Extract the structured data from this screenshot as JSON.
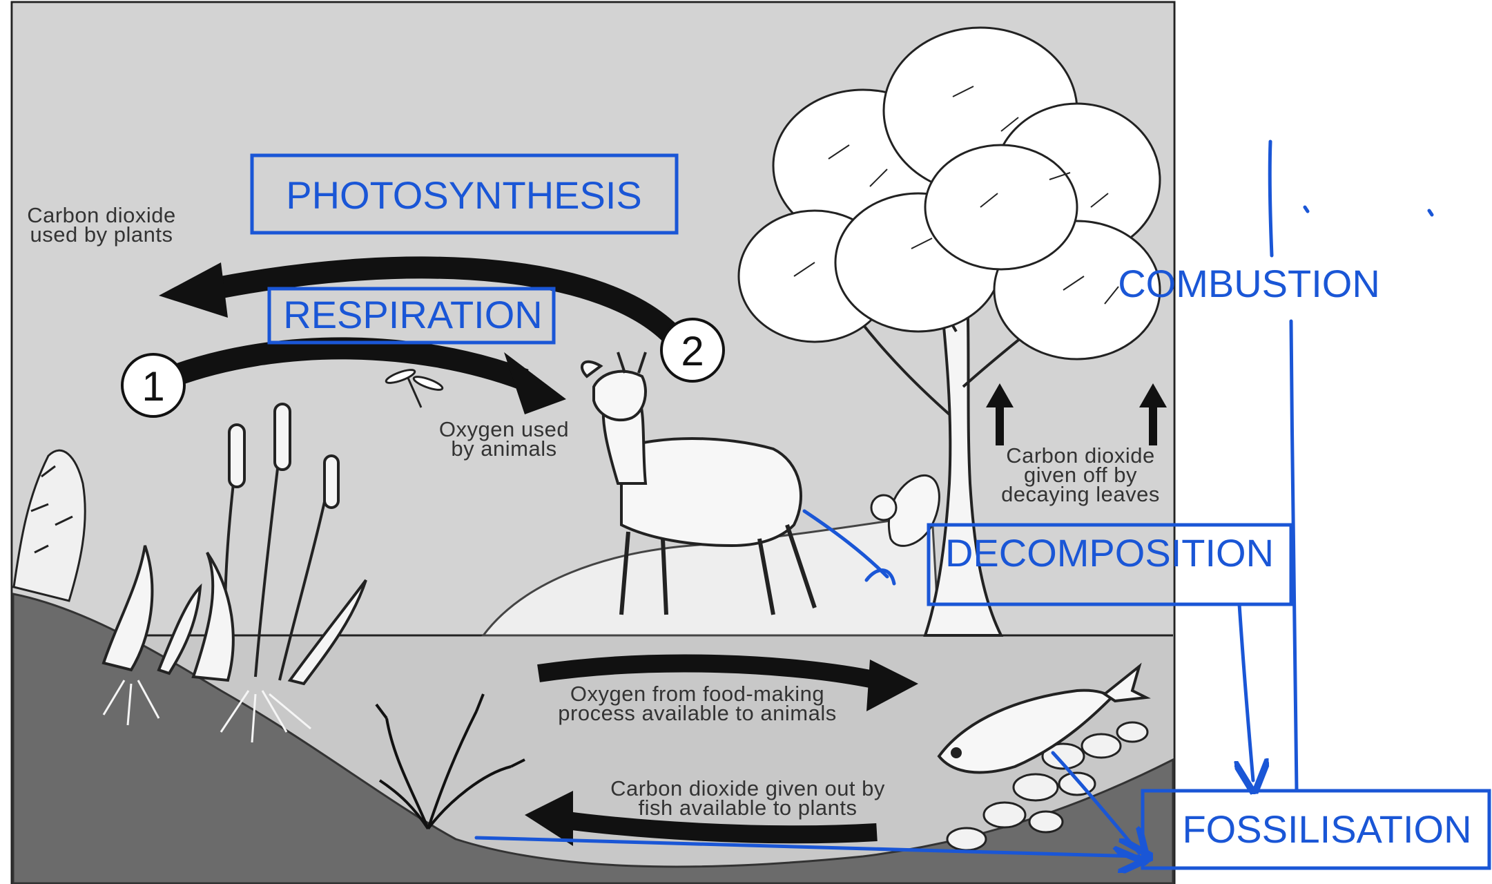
{
  "diagram": {
    "labels": {
      "co2_used_line1": "Carbon dioxide",
      "co2_used_line2": "used by plants",
      "oxygen_animals_line1": "Oxygen used",
      "oxygen_animals_line2": "by animals",
      "co2_leaves_line1": "Carbon dioxide",
      "co2_leaves_line2": "given off by",
      "co2_leaves_line3": "decaying leaves",
      "oxygen_food_line1": "Oxygen from food-making",
      "oxygen_food_line2": "process available to animals",
      "co2_fish_line1": "Carbon dioxide given out by",
      "co2_fish_line2": "fish available to plants",
      "marker_1": "1",
      "marker_2": "2"
    },
    "annotations": {
      "photosynthesis": "PHOTOSYNTHESIS",
      "respiration": "RESPIRATION",
      "combustion": "COMBUSTION",
      "decomposition": "DECOMPOSITION",
      "fossilisation": "FOSSILISATION"
    },
    "colors": {
      "sky": "#d3d3d3",
      "water": "#c8c8c8",
      "ground": "#6b6b6b",
      "annotation_blue": "#1a56d6",
      "arrow": "#111111"
    }
  }
}
